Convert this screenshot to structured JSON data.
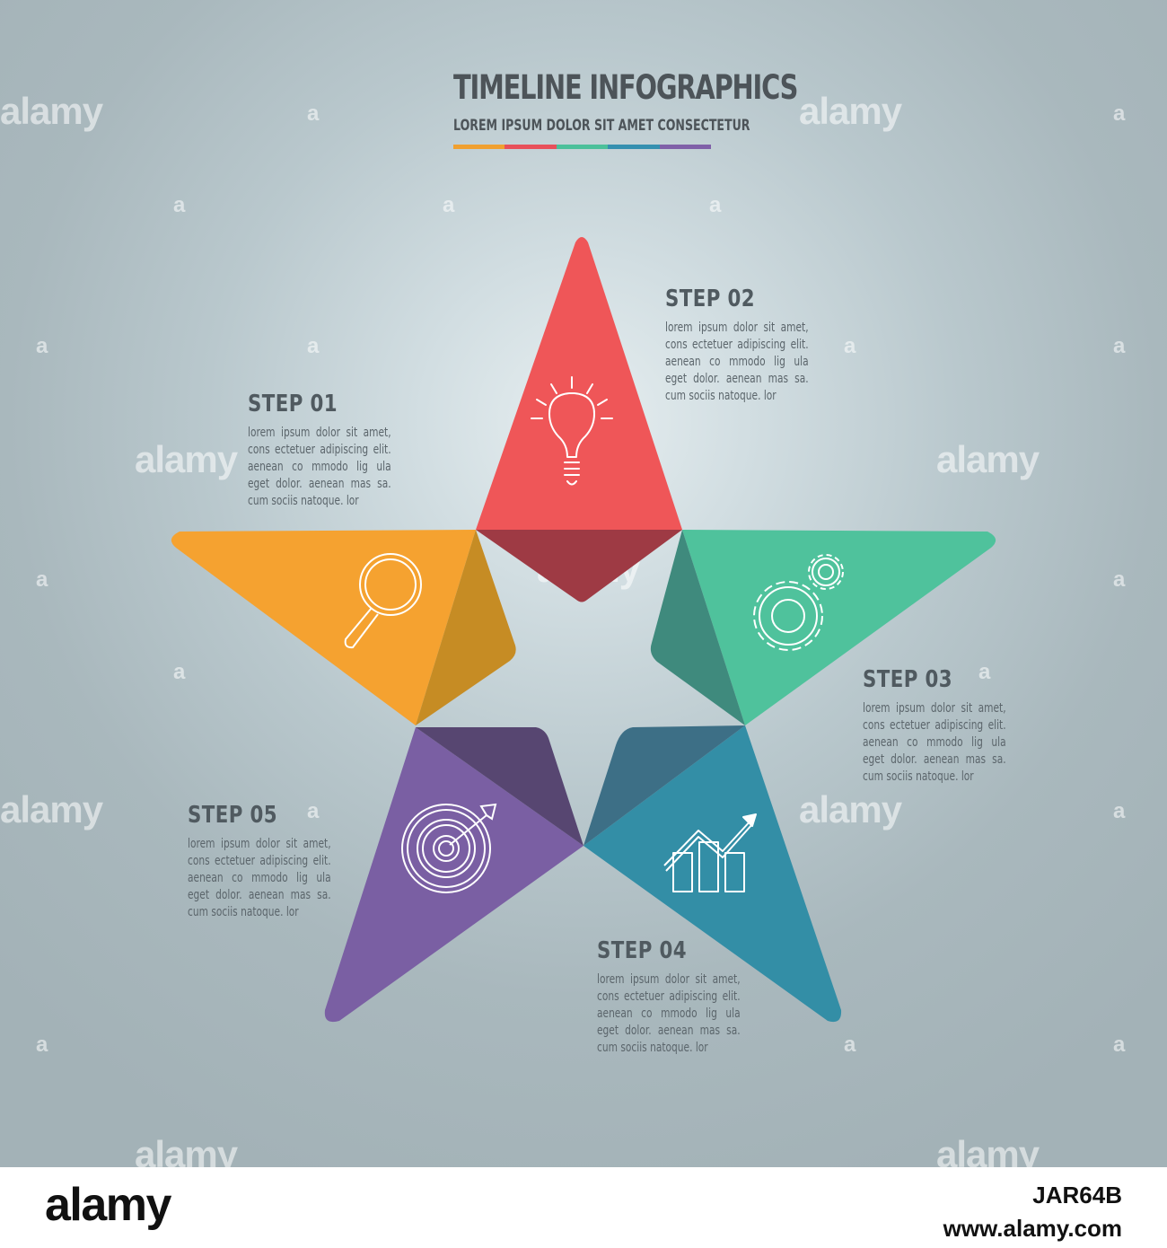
{
  "header": {
    "title": "TIMELINE INFOGRAPHICS",
    "subtitle": "LOREM IPSUM DOLOR SIT AMET CONSECTETUR",
    "bar_colors": [
      "#f0a030",
      "#e8505a",
      "#4cc09a",
      "#3590b0",
      "#8060a8"
    ]
  },
  "steps": [
    {
      "title": "STEP 01",
      "text": "lorem ipsum dolor sit amet, cons ectetuer adipiscing elit. aenean co mmodo lig ula eget dolor. aenean mas sa. cum sociis natoque. lor",
      "color": "#f5a230",
      "icon": "magnifier-icon"
    },
    {
      "title": "STEP 02",
      "text": "lorem ipsum dolor sit amet, cons ectetuer adipiscing elit. aenean co mmodo lig ula eget dolor. aenean mas sa. cum sociis natoque. lor",
      "color": "#ef5658",
      "icon": "lightbulb-icon"
    },
    {
      "title": "STEP 03",
      "text": "lorem ipsum dolor sit amet, cons ectetuer adipiscing elit. aenean co mmodo lig ula eget dolor. aenean mas sa. cum sociis natoque. lor",
      "color": "#4fc29c",
      "icon": "gears-icon"
    },
    {
      "title": "STEP 04",
      "text": "lorem ipsum dolor sit amet, cons ectetuer adipiscing elit. aenean co mmodo lig ula eget dolor. aenean mas sa. cum sociis natoque. lor",
      "color": "#338ea6",
      "icon": "growth-chart-icon"
    },
    {
      "title": "STEP 05",
      "text": "lorem ipsum dolor sit amet, cons ectetuer adipiscing elit. aenean co mmodo lig ula eget dolor. aenean mas sa. cum sociis natoque. lor",
      "color": "#7a5fa3",
      "icon": "target-icon"
    }
  ],
  "watermark": {
    "text": "alamy",
    "short": "a"
  },
  "footer": {
    "logo": "alamy",
    "image_id": "JAR64B",
    "url": "www.alamy.com"
  }
}
